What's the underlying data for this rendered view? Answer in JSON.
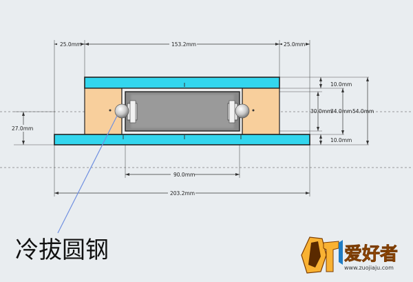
{
  "dimensions": {
    "left_margin": "25.0mm",
    "center_width": "153.2mm",
    "right_margin": "25.0mm",
    "top_thickness": "10.0mm",
    "inner_height": "30.0mm",
    "body_height": "34.0mm",
    "total_height": "54.0mm",
    "bottom_thickness": "10.0mm",
    "left_height": "27.0mm",
    "bearing_spacing": "90.0mm",
    "total_width": "203.2mm"
  },
  "callout": {
    "label": "冷拔圆钢"
  },
  "watermark": {
    "brand": "爱好者",
    "url": "www.zuojiaju.com"
  },
  "colors": {
    "background": "#e9edf0",
    "plate": "#33d6ee",
    "wood": "#f8cf9c",
    "block": "#8a8a8a",
    "leader": "#6f8fe0",
    "brand_orange": "#f47b20"
  }
}
